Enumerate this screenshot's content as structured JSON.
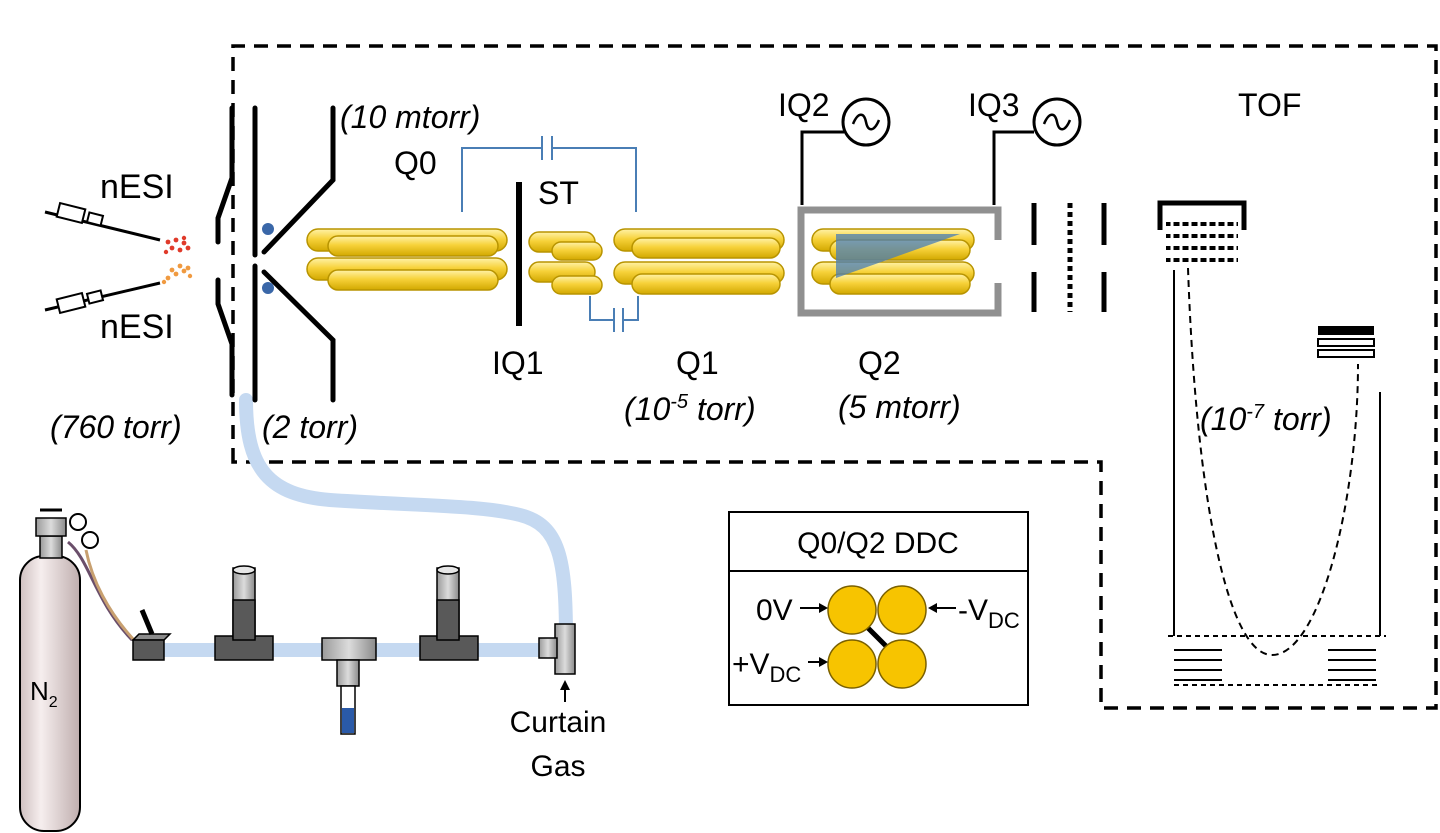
{
  "labels": {
    "nesi_top": "nESI",
    "nesi_bottom": "nESI",
    "p_760": "(760 torr)",
    "p_2": "(2 torr)",
    "p_10m": "(10 mtorr)",
    "q0": "Q0",
    "st": "ST",
    "iq1": "IQ1",
    "q1": "Q1",
    "p_1e5_base": "(10",
    "p_1e5_exp": "-5",
    "p_1e5_unit": " torr)",
    "iq2": "IQ2",
    "iq3": "IQ3",
    "q2": "Q2",
    "p_5m": "(5 mtorr)",
    "tof": "TOF",
    "p_1e7_base": "(10",
    "p_1e7_exp": "-7",
    "p_1e7_unit": " torr)",
    "n2_base": "N",
    "n2_sub": "2",
    "curtain_line1": "Curtain",
    "curtain_line2": "Gas"
  },
  "ddc_box": {
    "title": "Q0/Q2 DDC",
    "zero_v": "0V",
    "minus_v": "-V",
    "minus_v_sub": "DC",
    "plus_v": "+V",
    "plus_v_sub": "DC"
  },
  "colors": {
    "rod_fill": "#f7d23a",
    "rod_edge": "#b89400",
    "gas_line": "#c5d9f1",
    "circuit": "#4a7eb5",
    "electrode": "#000000",
    "particle_dot": "#3a67a8",
    "ddc_rod": "#f7c400",
    "block": "#595959",
    "cylinder": "#e6d8d8",
    "spray_red": "#e03a2a",
    "spray_orange": "#f09a40"
  }
}
